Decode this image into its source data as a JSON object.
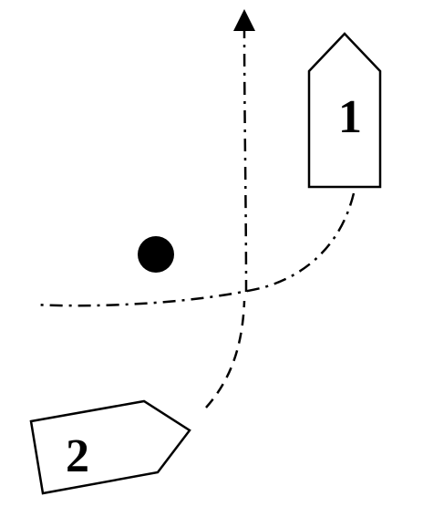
{
  "diagram": {
    "colors": {
      "stroke": "#000000",
      "fill": "#ffffff",
      "mark": "#000000"
    },
    "boats": [
      {
        "id": "boat-1",
        "label": "1"
      },
      {
        "id": "boat-2",
        "label": "2"
      }
    ]
  }
}
